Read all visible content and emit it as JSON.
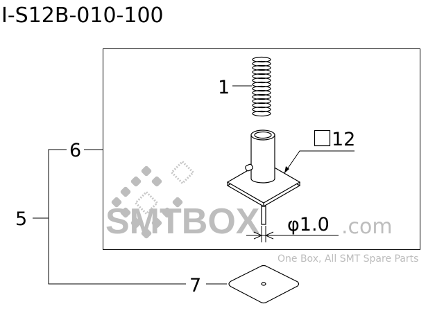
{
  "title": "I-S12B-010-100",
  "callouts": {
    "spring": "1",
    "assembly": "5",
    "nozzle": "6",
    "pad": "7"
  },
  "dimensions": {
    "square_symbol": "□",
    "square_size": "12",
    "diameter": "φ1.0"
  },
  "watermark": {
    "tagline": "One Box, All SMT Spare Parts",
    "brand": "SMTBOX",
    "domain": ".com",
    "color": "#bdbdbd"
  }
}
